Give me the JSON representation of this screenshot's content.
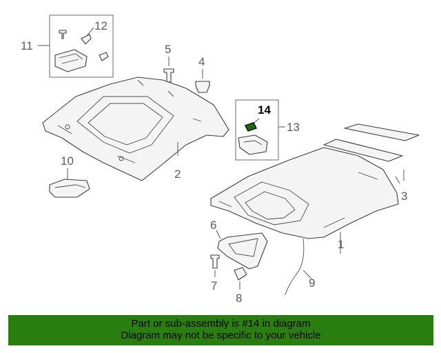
{
  "callouts": {
    "c1": "1",
    "c2": "2",
    "c3": "3",
    "c4": "4",
    "c5": "5",
    "c6": "6",
    "c7": "7",
    "c8": "8",
    "c9": "9",
    "c10": "10",
    "c11": "11",
    "c12": "12",
    "c13": "13",
    "c14": "14"
  },
  "highlight_part": "14",
  "colors": {
    "banner_bg": "#2a7e10",
    "line": "#3c3c3c",
    "highlight": "#000000"
  },
  "banner": {
    "line1": "Part or sub-assembly is #14 in diagram",
    "line2": "Diagram may not be specific to your vehicle"
  }
}
